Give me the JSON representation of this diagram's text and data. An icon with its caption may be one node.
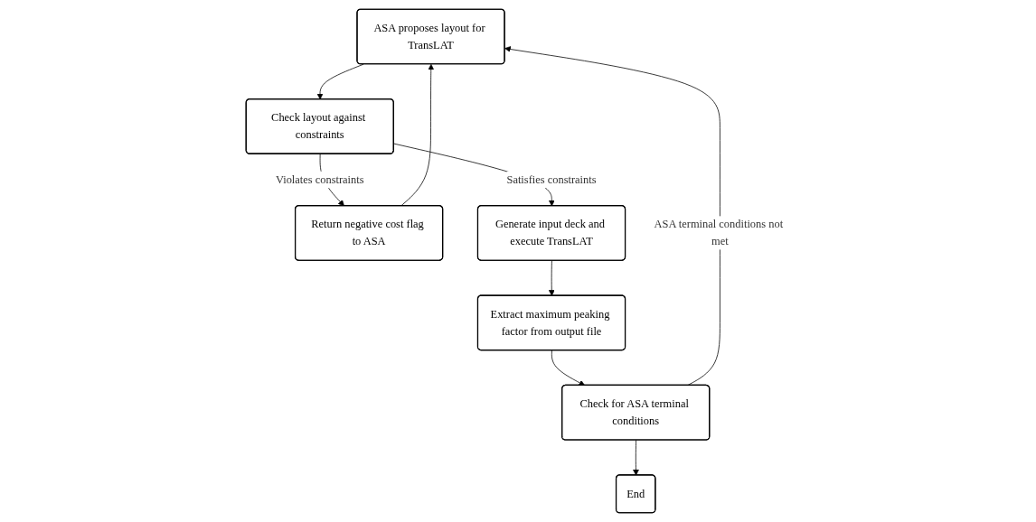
{
  "diagram": {
    "nodes": [
      {
        "text": [
          "ASA proposes layout for TransLAT"
        ]
      },
      {
        "text": [
          "Check layout against constraints"
        ]
      },
      {
        "text": [
          "Return negative cost flag to ASA"
        ]
      },
      {
        "text": [
          "Check for ASA terminal conditions"
        ]
      },
      {
        "text": [
          "Generate input deck and execute TransLAT"
        ]
      },
      {
        "text": [
          "Extract maximum peaking factor from output file"
        ]
      },
      {
        "text": [
          "End"
        ]
      }
    ],
    "edges": [
      {
        "from": 0,
        "to": 1,
        "arrow": "to"
      },
      {
        "from": 1,
        "to": 2,
        "arrow": "to",
        "label": "Violates constraints"
      },
      {
        "from": 1,
        "to": 4,
        "arrow": "to",
        "label": "Satisfies constraints"
      },
      {
        "from": 4,
        "to": 5,
        "arrow": "to"
      },
      {
        "from": 5,
        "to": 3,
        "arrow": "to"
      },
      {
        "from": 3,
        "to": 0,
        "arrow": "to",
        "label": "ASA terminal conditions not met"
      },
      {
        "from": 2,
        "to": 0,
        "arrow": "to"
      },
      {
        "from": 3,
        "to": 6,
        "arrow": "to"
      }
    ]
  }
}
